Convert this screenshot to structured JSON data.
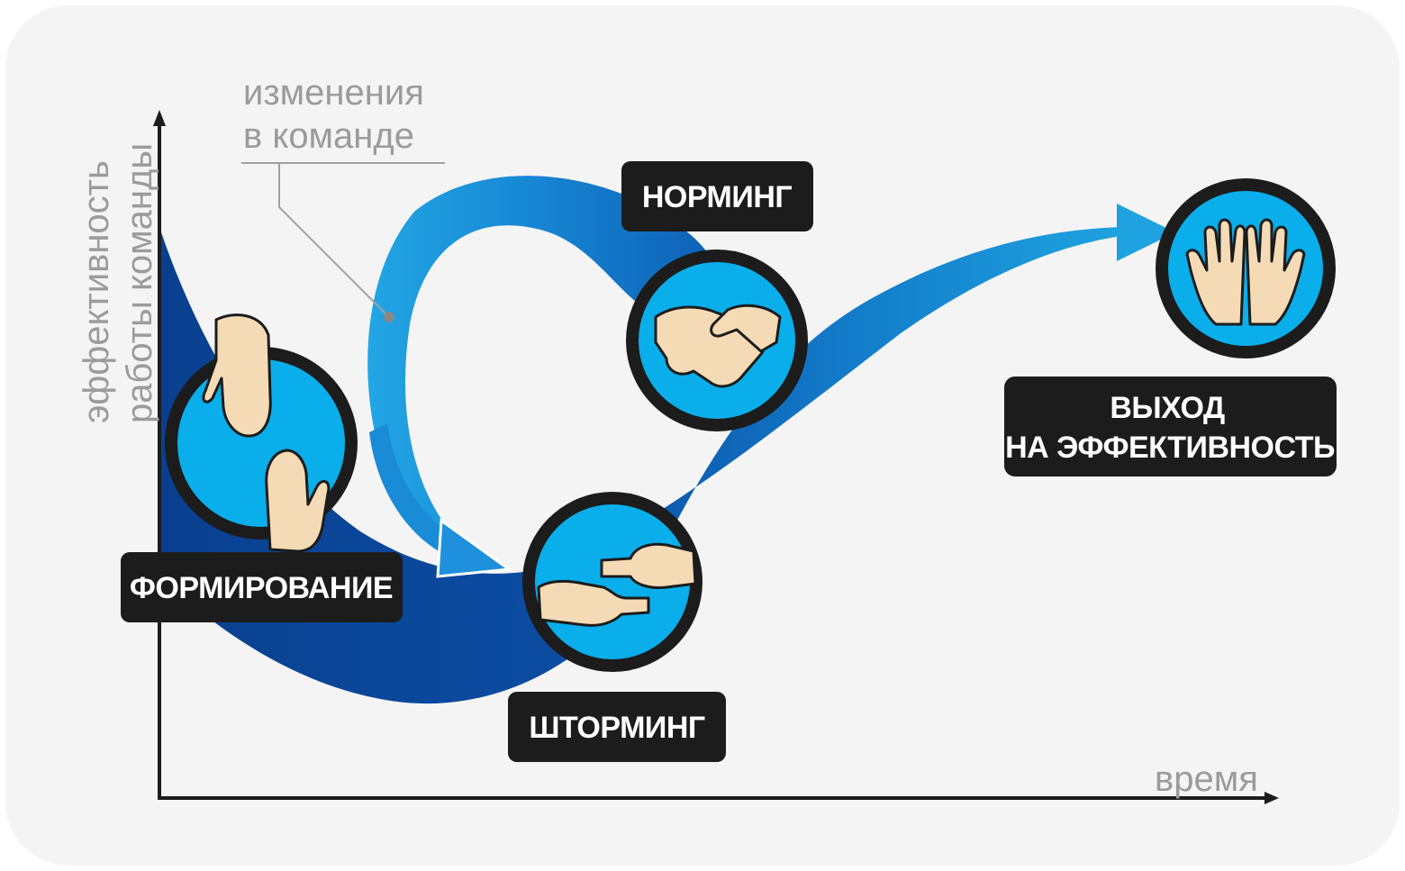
{
  "axes": {
    "y_label_line1": "эффективность",
    "y_label_line2": "работы команды",
    "x_label": "время"
  },
  "annotation": {
    "line1": "изменения",
    "line2": "в команде"
  },
  "stages": {
    "forming": "ФОРМИРОВАНИЕ",
    "storming": "ШТОРМИНГ",
    "norming": "НОРМИНГ",
    "performing_line1": "ВЫХОД",
    "performing_line2": "НА ЭФФЕКТИВНОСТЬ"
  },
  "icons": {
    "forming": "hands-reaching-icon",
    "storming": "fists-bumping-icon",
    "norming": "handshake-icon",
    "performing": "open-hands-icon"
  },
  "colors": {
    "background": "#f4f4f4",
    "dark_blue": "#0a3f8f",
    "mid_blue": "#0d5fb4",
    "light_blue": "#1ea3e0",
    "circle_fill": "#0aaeea",
    "circle_ring": "#1c1c1c",
    "label_bg": "#1c1c1c",
    "skin": "#f5dbb5",
    "gray_text": "#9b9b9b"
  }
}
